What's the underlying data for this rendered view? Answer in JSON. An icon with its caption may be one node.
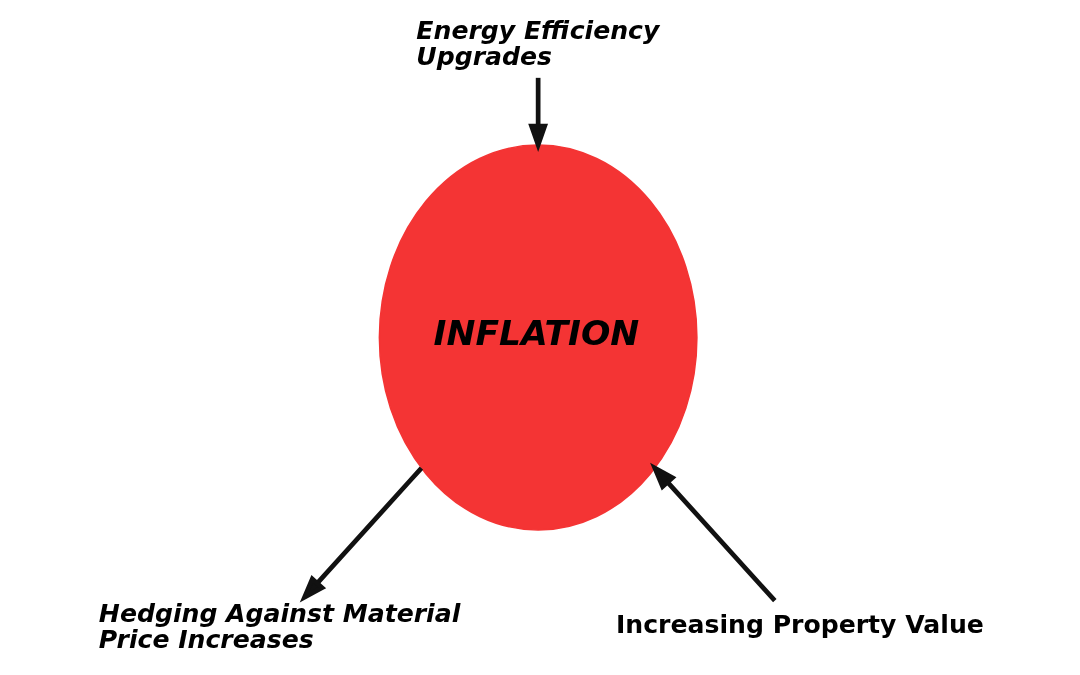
{
  "diagram": {
    "nodes": [
      {
        "text": [
          "Energy Efficiency Upgrades"
        ]
      },
      {
        "text": [
          "INFLATION"
        ]
      },
      {
        "text": [
          "Hedging Against Material Price Increases"
        ]
      },
      {
        "text": [
          "Increasing Property Value"
        ]
      }
    ],
    "edges": [
      {
        "from": 0,
        "to": 1,
        "arrow": "to"
      },
      {
        "from": 1,
        "to": 2,
        "arrow": "to"
      },
      {
        "from": 3,
        "to": 1,
        "arrow": "to"
      }
    ]
  }
}
